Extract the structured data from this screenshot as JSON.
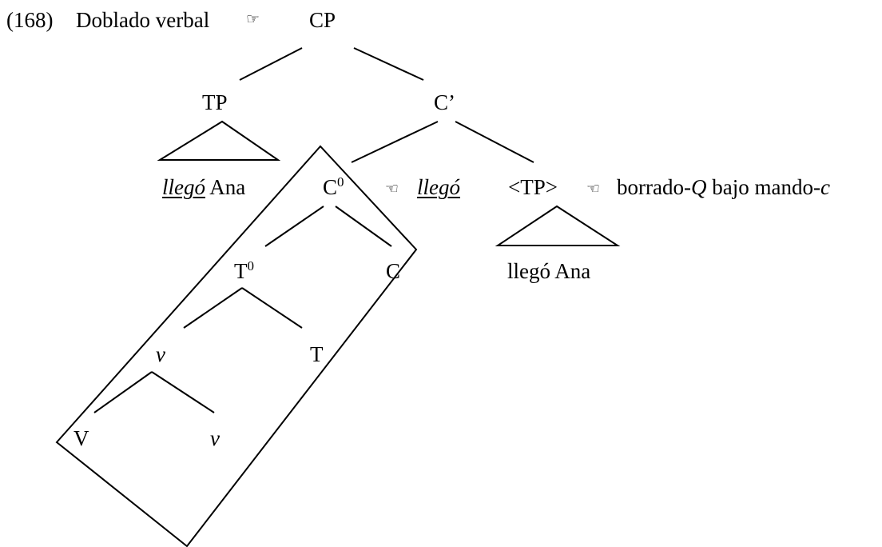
{
  "example": {
    "number": "(168)",
    "title": "Doblado verbal",
    "pointer_right": "☞",
    "pointer_left": "☜"
  },
  "nodes": {
    "cp": "CP",
    "tp": "TP",
    "c_bar": "C’",
    "c0": "C",
    "c0_sup": "0",
    "t0": "T",
    "t0_sup": "0",
    "c": "C",
    "t": "T",
    "v_small": "v",
    "v_big": "V",
    "v_small_2": "v",
    "tp_copy": "<TP>"
  },
  "leaves": {
    "tp_verb": "llegó",
    "tp_subject": "Ana",
    "tp_copy_yield": "llegó Ana"
  },
  "annotations": {
    "c0_spellout": "llegó",
    "deletion_label_1": "borrado-",
    "deletion_label_q": "Q",
    "deletion_label_2": "bajo mando-",
    "deletion_label_c": "c"
  }
}
